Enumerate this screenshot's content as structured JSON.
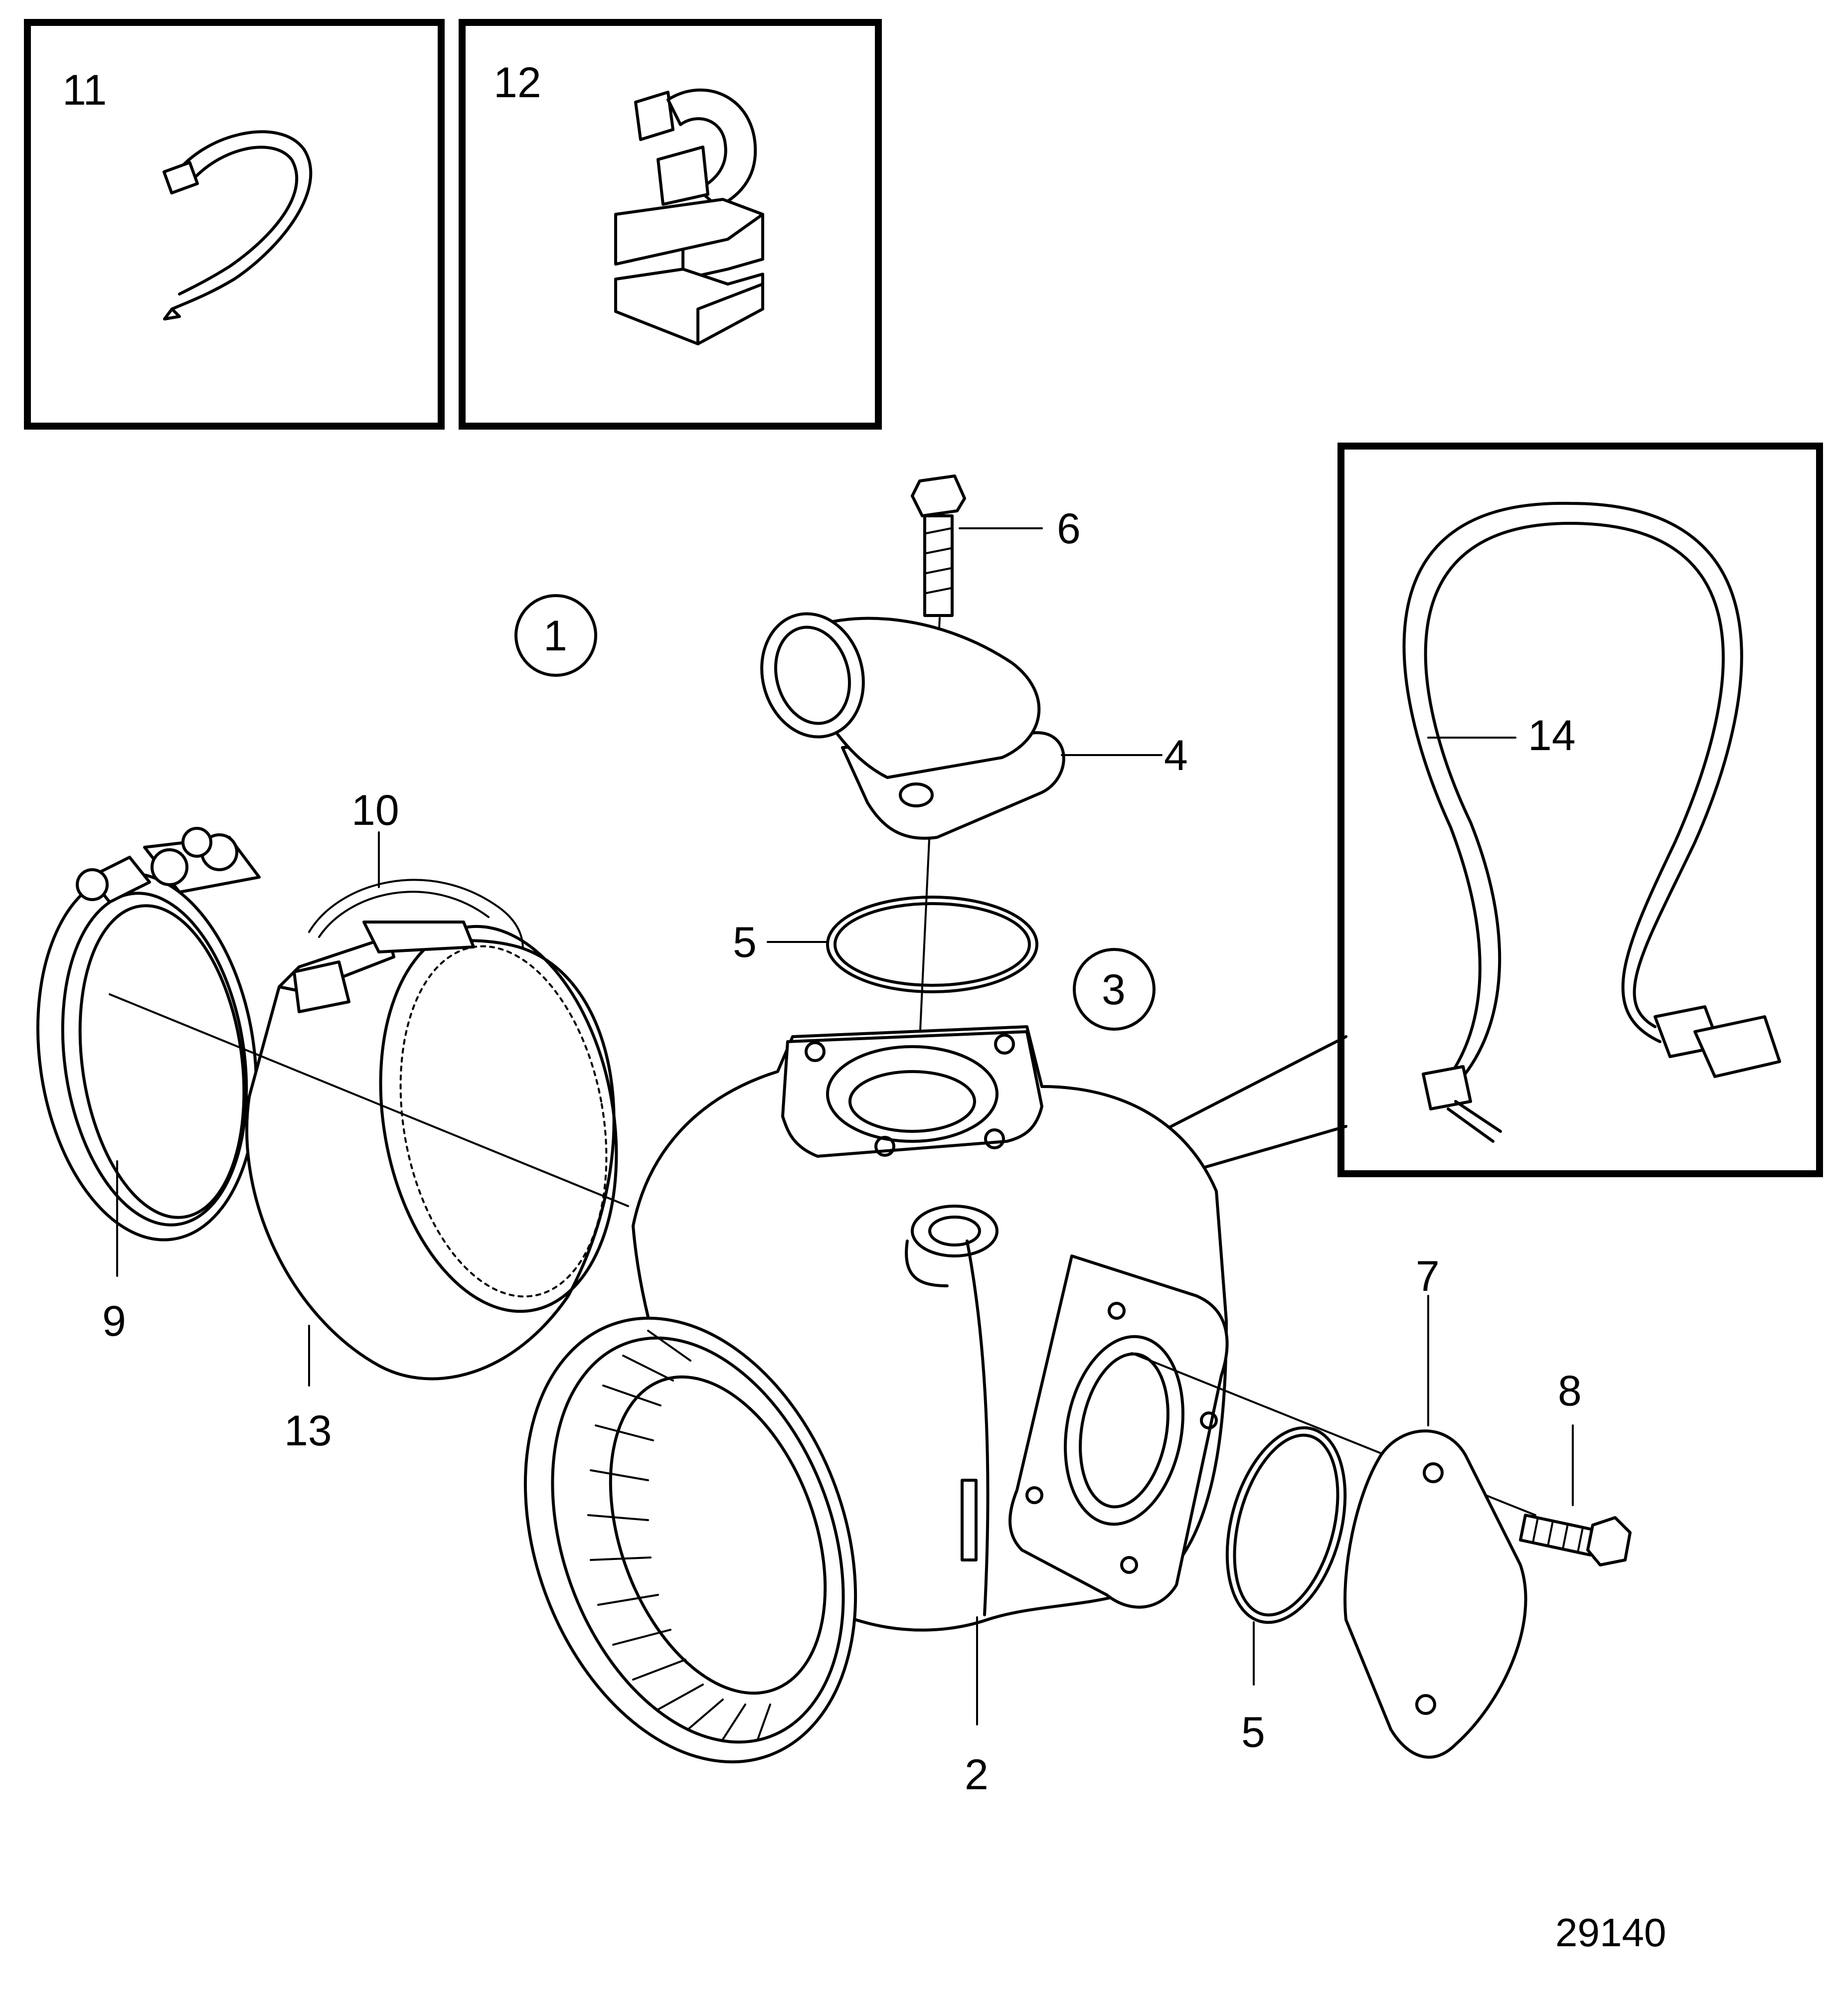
{
  "drawing_number": "29140",
  "callouts": {
    "item_1": "1",
    "item_2": "2",
    "item_3": "3",
    "item_4": "4",
    "item_5_top": "5",
    "item_5_side": "5",
    "item_6": "6",
    "item_7": "7",
    "item_8": "8",
    "item_9": "9",
    "item_10": "10",
    "item_11": "11",
    "item_12": "12",
    "item_13": "13",
    "item_14": "14"
  }
}
